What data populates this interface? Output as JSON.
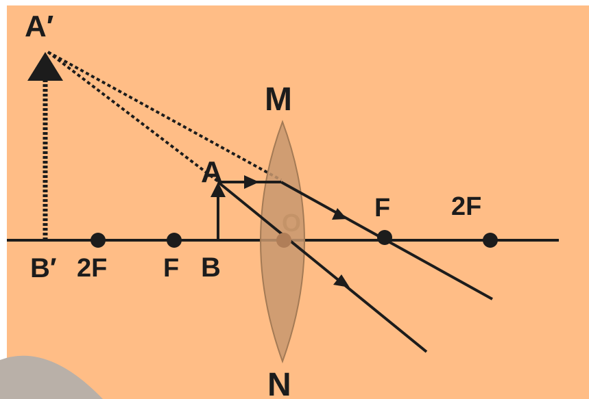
{
  "diagram": {
    "labels": {
      "virtual_image_top": "A′",
      "virtual_image_base": "B′",
      "object_top": "A",
      "object_base": "B",
      "lens_top": "M",
      "lens_bottom": "N",
      "optical_centre": "O",
      "left_2f": "2F",
      "left_f": "F",
      "right_f": "F",
      "right_2f": "2F"
    },
    "colors": {
      "background": "#ffbd86",
      "lens_fill": "#c8986e",
      "ray": "#1c1c1c",
      "corner_shape": "#b9b0a8"
    }
  }
}
